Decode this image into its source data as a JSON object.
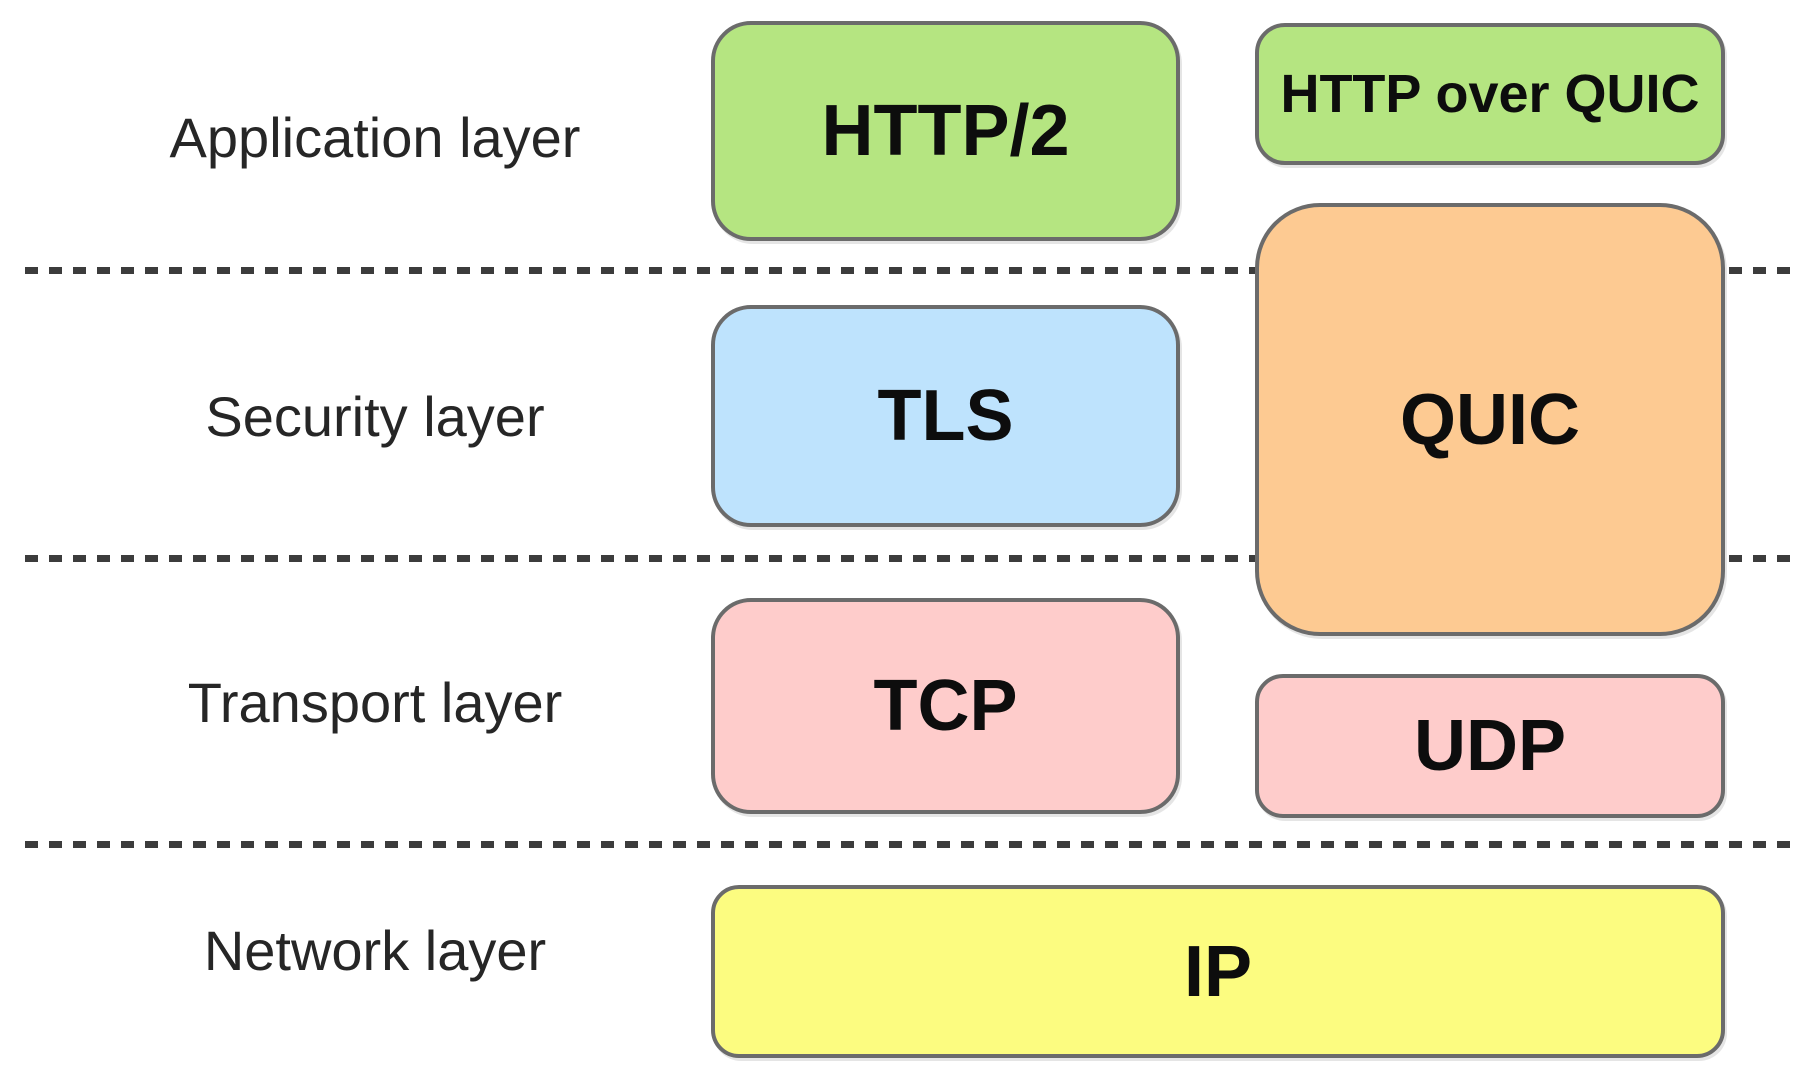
{
  "diagram": {
    "description": "Protocol stack comparison: HTTP/2 over TLS/TCP versus HTTP over QUIC/UDP",
    "layer_labels": [
      "Application layer",
      "Security layer",
      "Transport layer",
      "Network layer"
    ],
    "boxes": {
      "http2": {
        "label": "HTTP/2",
        "fill": "#b5e581"
      },
      "http_over_quic": {
        "label": "HTTP over QUIC",
        "fill": "#b5e581"
      },
      "tls": {
        "label": "TLS",
        "fill": "#bee3fd"
      },
      "quic": {
        "label": "QUIC",
        "fill": "#fdca92"
      },
      "tcp": {
        "label": "TCP",
        "fill": "#fecccb"
      },
      "udp": {
        "label": "UDP",
        "fill": "#fecccb"
      },
      "ip": {
        "label": "IP",
        "fill": "#fcfc80"
      }
    },
    "colors": {
      "background": "#ffffff",
      "dash": "#3c3c3c",
      "box_border": "#6b6b6b",
      "label_text": "#262626",
      "box_text": "#0d0d0d"
    }
  }
}
